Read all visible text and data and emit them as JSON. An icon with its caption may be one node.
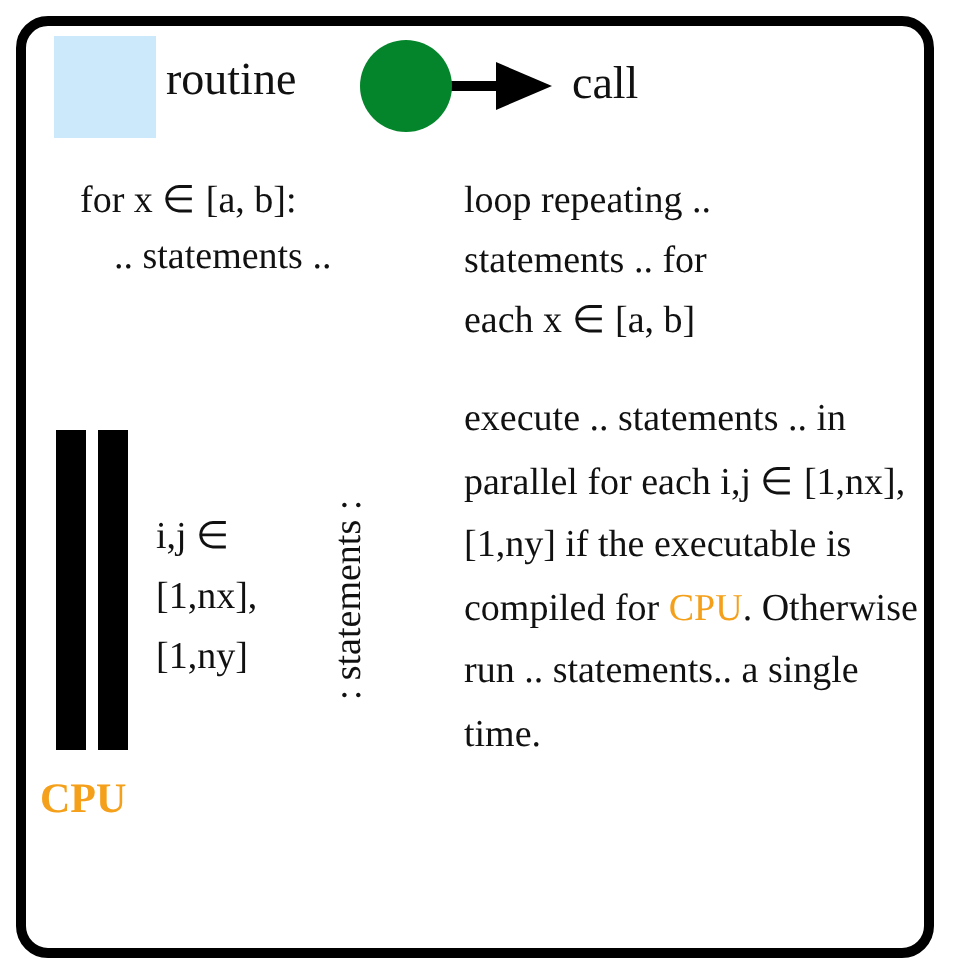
{
  "diagram": {
    "labels": [
      "for x ∈ [a, b]:",
      ".. statements ..",
      "loop repeating .. statements .. for each x ∈ [a, b]",
      "i,j ∈ [1,nx], [1,ny]",
      ": statements :",
      "execute .. statements .. in parallel for each i,j ∈  [1,nx], [1,ny] if the executable is compiled for",
      "CPU",
      ". Otherwise run .. statements.. a single time.",
      "CPU"
    ],
    "legend": [
      {
        "text": "routine",
        "color": "#cce9fb"
      },
      {
        "text": "call"
      }
    ]
  }
}
